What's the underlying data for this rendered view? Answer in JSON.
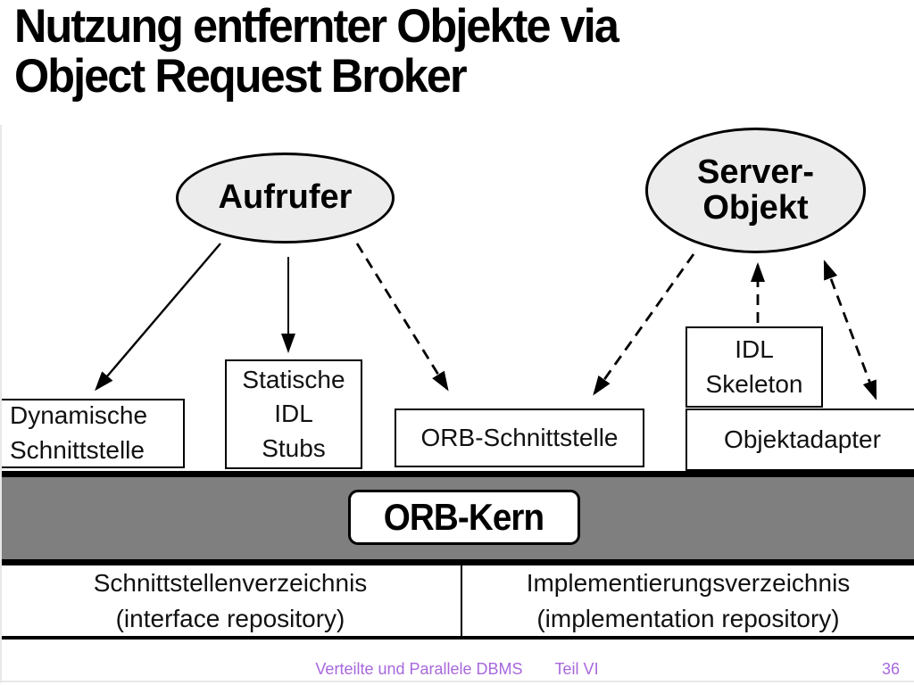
{
  "title": "Nutzung entfernter Objekte via\nObject Request Broker",
  "diagram": {
    "nodes": {
      "aufrufer": {
        "label": "Aufrufer",
        "shape": "ellipse"
      },
      "server_objekt": {
        "label": "Server-\nObjekt",
        "shape": "ellipse"
      },
      "dynamische_schnittstelle": {
        "label": "Dynamische\nSchnittstelle",
        "shape": "box"
      },
      "statische_idl_stubs": {
        "label": "Statische\nIDL\nStubs",
        "shape": "box"
      },
      "orb_schnittstelle": {
        "label": "ORB-Schnittstelle",
        "shape": "box"
      },
      "idl_skeleton": {
        "label": "IDL\nSkeleton",
        "shape": "box"
      },
      "objektadapter": {
        "label": "Objektadapter",
        "shape": "box"
      },
      "orb_kern": {
        "label": "ORB-Kern",
        "shape": "rounded-label-on-bar"
      },
      "interface_repository": {
        "label": "Schnittstellenverzeichnis\n(interface repository)",
        "shape": "cell"
      },
      "implementation_repository": {
        "label": "Implementierungsverzeichnis\n(implementation repository)",
        "shape": "cell"
      }
    },
    "connections": [
      {
        "from": "Aufrufer",
        "to": "Dynamische Schnittstelle",
        "style": "solid",
        "direction": "one-way"
      },
      {
        "from": "Aufrufer",
        "to": "Statische IDL Stubs",
        "style": "solid",
        "direction": "one-way"
      },
      {
        "from": "Aufrufer",
        "to": "ORB-Schnittstelle",
        "style": "dashed",
        "direction": "one-way"
      },
      {
        "from": "Server-Objekt",
        "to": "ORB-Schnittstelle",
        "style": "dashed",
        "direction": "one-way"
      },
      {
        "from": "IDL Skeleton",
        "to": "Server-Objekt",
        "style": "dashed",
        "direction": "one-way"
      },
      {
        "from": "Server-Objekt",
        "to": "Objektadapter",
        "style": "dashed",
        "direction": "two-way"
      }
    ]
  },
  "footer": {
    "course": "Verteilte und Parallele DBMS",
    "part": "Teil VI",
    "page": "36"
  },
  "colors": {
    "title_text": "#000000",
    "ellipse_fill": "#ececec",
    "node_fill": "#ffffff",
    "bar_fill": "#7f7f7f",
    "line_color": "#000000",
    "footer_text": "#a768dd",
    "slide_bg": "#ffffff",
    "edge_line": "#e8e8e8"
  }
}
